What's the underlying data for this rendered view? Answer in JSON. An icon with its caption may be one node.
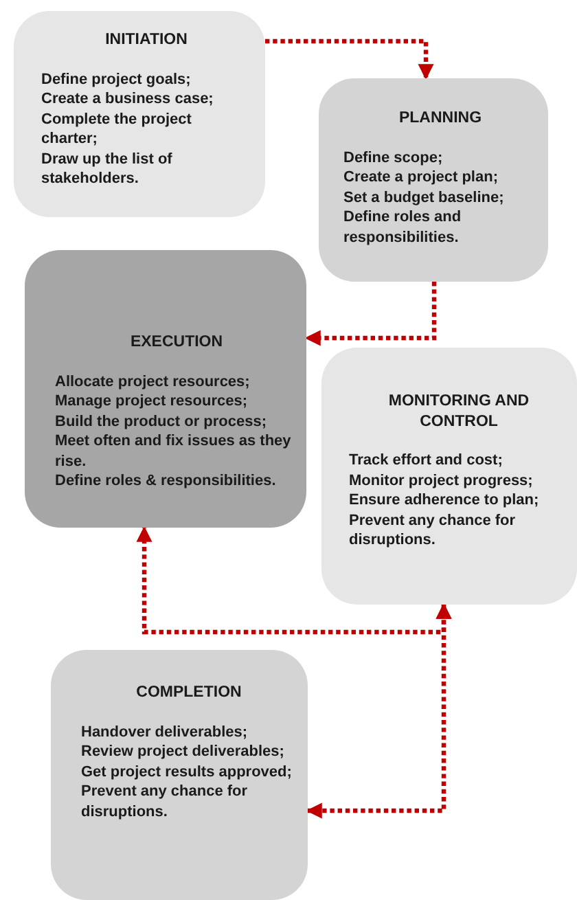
{
  "diagram": {
    "nodes": [
      {
        "text": [
          "INITIATION",
          "Define project goals;",
          "Create a business case;",
          "Complete the project charter;",
          "Draw up the list of stakeholders."
        ]
      },
      {
        "text": [
          "PLANNING",
          "Define scope;",
          "Create a project plan;",
          "Set a budget baseline;",
          "Define roles and responsibilities."
        ]
      },
      {
        "text": [
          "EXECUTION",
          "Allocate project resources;",
          "Manage project resources;",
          "Build the product or process;",
          "Meet often and fix issues as they rise.",
          "Define roles & responsibilities."
        ]
      },
      {
        "text": [
          "MONITORING AND CONTROL",
          "Track effort and cost;",
          "Monitor project progress;",
          "Ensure adherence to plan;",
          "Prevent any chance for disruptions."
        ]
      },
      {
        "text": [
          "COMPLETION",
          "Handover deliverables;",
          "Review project deliverables;",
          "Get project results approved;",
          "Prevent any chance for disruptions."
        ]
      }
    ],
    "edges": [
      {
        "from": 0,
        "to": 1,
        "arrow": "to",
        "style": "dashed"
      },
      {
        "from": 1,
        "to": 2,
        "arrow": "to",
        "style": "dashed"
      },
      {
        "from": 3,
        "to": 2,
        "arrow": "both",
        "style": "dashed"
      },
      {
        "from": 3,
        "to": 4,
        "arrow": "both",
        "style": "dashed"
      }
    ]
  }
}
